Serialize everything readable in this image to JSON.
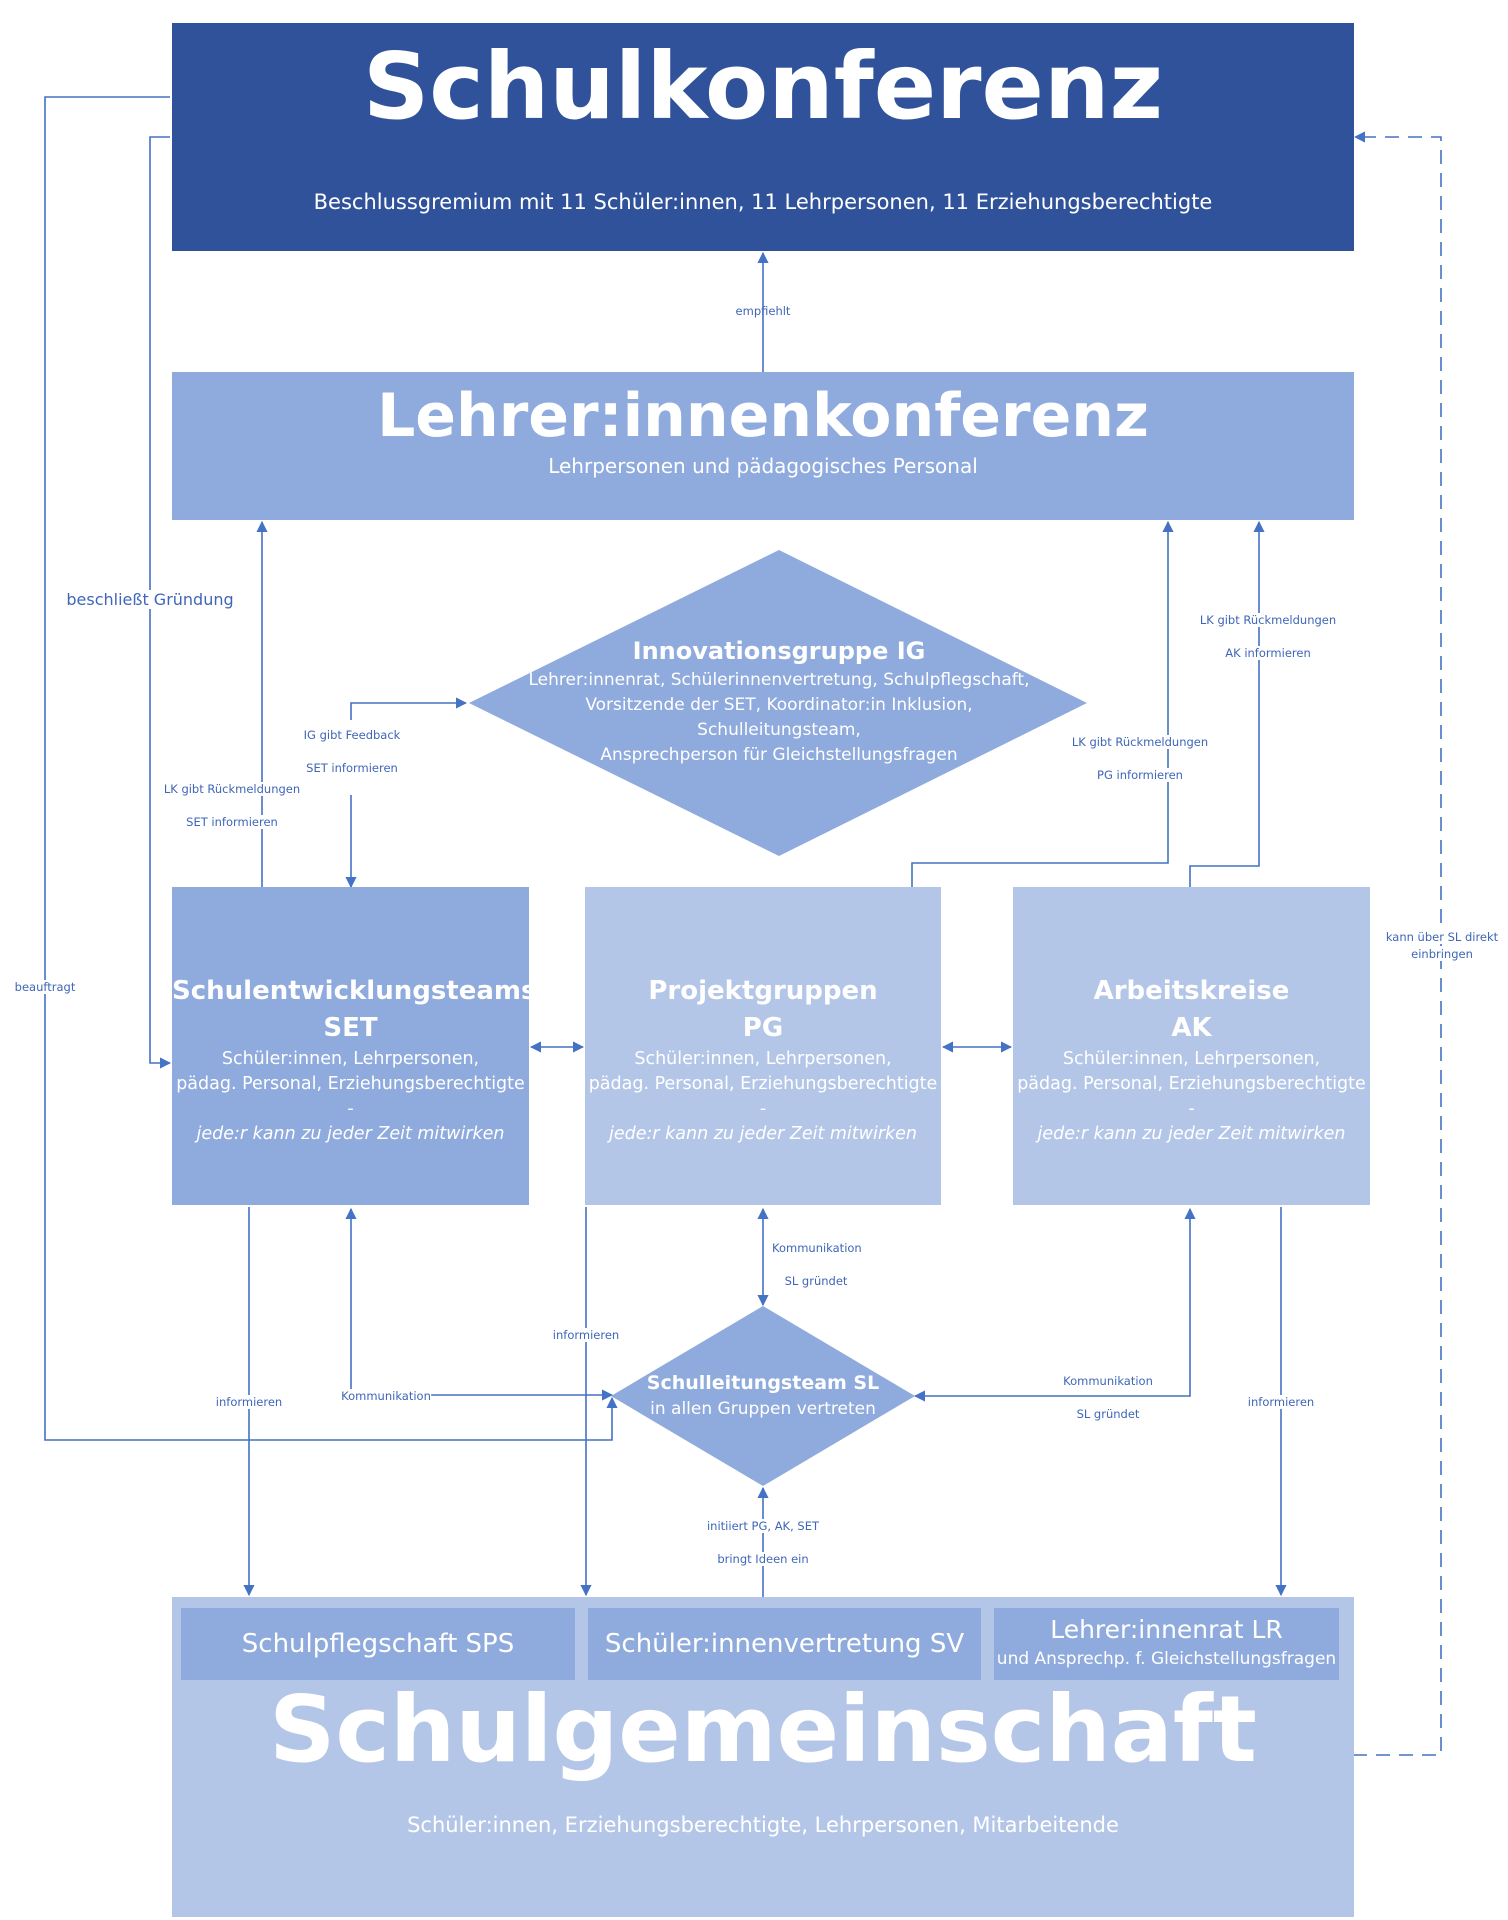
{
  "schulkonferenz": {
    "title": "Schulkonferenz",
    "subtitle": "Beschlussgremium mit 11 Schüler:innen, 11 Lehrpersonen, 11 Erziehungsberechtigte"
  },
  "lehrerkonferenz": {
    "title": "Lehrer:innenkonferenz",
    "subtitle": "Lehrpersonen und pädagogisches Personal"
  },
  "innovationsgruppe": {
    "title": "Innovationsgruppe IG",
    "lines": [
      "Lehrer:innenrat, Schülerinnenvertretung, Schulpflegschaft,",
      "Vorsitzende der SET, Koordinator:in Inklusion,",
      "Schulleitungsteam,",
      "Ansprechperson für Gleichstellungsfragen"
    ]
  },
  "groups": {
    "set": {
      "title1": "Schulentwicklungsteams",
      "title2": "SET",
      "members1": "Schüler:innen, Lehrpersonen,",
      "members2": "pädag. Personal, Erziehungsberechtigte -",
      "note": "jede:r kann zu jeder Zeit mitwirken"
    },
    "pg": {
      "title1": "Projektgruppen",
      "title2": "PG",
      "members1": "Schüler:innen, Lehrpersonen,",
      "members2": "pädag. Personal, Erziehungsberechtigte -",
      "note": "jede:r kann zu jeder Zeit mitwirken"
    },
    "ak": {
      "title1": "Arbeitskreise",
      "title2": "AK",
      "members1": "Schüler:innen, Lehrpersonen,",
      "members2": "pädag. Personal, Erziehungsberechtigte -",
      "note": "jede:r kann zu jeder Zeit mitwirken"
    }
  },
  "schulleitung": {
    "title": "Schulleitungsteam SL",
    "subtitle": "in allen Gruppen vertreten"
  },
  "schulgemeinschaft": {
    "title": "Schulgemeinschaft",
    "subtitle": "Schüler:innen, Erziehungsberechtigte, Lehrpersonen, Mitarbeitende",
    "sps": "Schulpflegschaft SPS",
    "sv": "Schüler:innenvertretung SV",
    "lr_title": "Lehrer:innenrat LR",
    "lr_sub": "und Ansprechp. f. Gleichstellungsfragen"
  },
  "labels": {
    "empfiehlt": "empfiehlt",
    "beschliesst": "beschließt Gründung",
    "beauftragt": "beauftragt",
    "ig_feedback": "IG gibt Feedback",
    "set_informieren_1": "SET informieren",
    "lk_rueck_set": "LK gibt Rückmeldungen",
    "set_informieren_2": "SET informieren",
    "lk_rueck_pg": "LK gibt Rückmeldungen",
    "pg_informieren": "PG informieren",
    "lk_rueck_ak": "LK gibt Rückmeldungen",
    "ak_informieren": "AK informieren",
    "kann_sl_1": "kann über SL direkt",
    "kann_sl_2": "einbringen",
    "kommunikation_pg": "Kommunikation",
    "sl_gruendet_pg": "SL gründet",
    "informieren_pg": "informieren",
    "informieren_set": "informieren",
    "kommunikation_set": "Kommunikation",
    "kommunikation_ak": "Kommunikation",
    "sl_gruendet_ak": "SL gründet",
    "informieren_ak": "informieren",
    "initiiert": "initiiert PG, AK, SET",
    "bringt": "bringt Ideen ein"
  },
  "colors": {
    "dark": "#30529b",
    "medium": "#8faadc",
    "light": "#b4c6e7",
    "line": "#4472c4",
    "label": "#3f66b8"
  }
}
